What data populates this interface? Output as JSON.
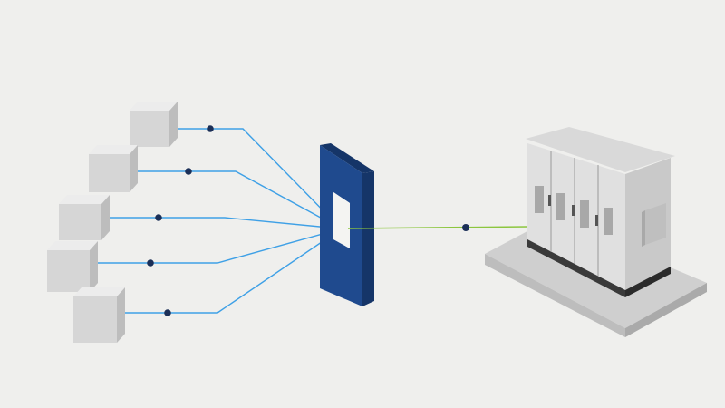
{
  "diagram": {
    "colors": {
      "background": "#efefed",
      "input_line": "#3ea0e6",
      "output_line": "#8cc63f",
      "node_dot": "#1b2f57",
      "frame_front": "#1f4a8e",
      "frame_side": "#153568",
      "cube_front": "#d6d6d6",
      "cube_top": "#ececec",
      "cube_side": "#bdbdbd",
      "cabinet_front": "#e0e0e0",
      "cabinet_side": "#c9c9c9",
      "plinth": "#cfcfcf"
    },
    "sources": [
      {
        "id": "source-1",
        "shape": "cube"
      },
      {
        "id": "source-2",
        "shape": "cube"
      },
      {
        "id": "source-3",
        "shape": "cube"
      },
      {
        "id": "source-4",
        "shape": "cube"
      },
      {
        "id": "source-5",
        "shape": "cube"
      }
    ],
    "hub": {
      "shape": "frame-with-window"
    },
    "destination": {
      "shape": "equipment-cabinet-on-plinth"
    },
    "connections": [
      {
        "from": "source-1",
        "to": "hub",
        "color_key": "input_line"
      },
      {
        "from": "source-2",
        "to": "hub",
        "color_key": "input_line"
      },
      {
        "from": "source-3",
        "to": "hub",
        "color_key": "input_line"
      },
      {
        "from": "source-4",
        "to": "hub",
        "color_key": "input_line"
      },
      {
        "from": "source-5",
        "to": "hub",
        "color_key": "input_line"
      },
      {
        "from": "hub",
        "to": "destination",
        "color_key": "output_line"
      }
    ]
  }
}
